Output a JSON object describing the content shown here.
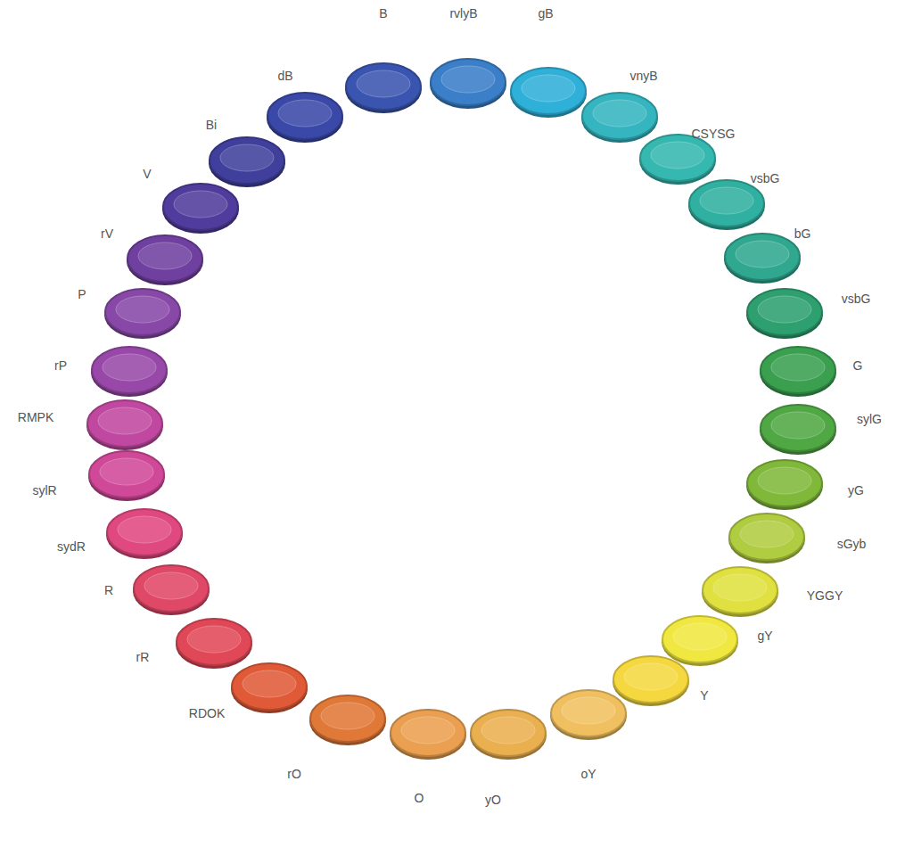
{
  "diagram": {
    "labels": [
      "B",
      "rvlyB",
      "gB",
      "vnyB",
      "CSYSG",
      "vsbG",
      "bG",
      "vsbG",
      "G",
      "sylG",
      "yG",
      "sGyb",
      "YGGY",
      "gY",
      "Y",
      "oY",
      "yO",
      "O",
      "rO",
      "RDOK",
      "rR",
      "R",
      "sydR",
      "sylR",
      "RMPK",
      "rP",
      "P",
      "rV",
      "V",
      "Bi",
      "dB"
    ]
  }
}
